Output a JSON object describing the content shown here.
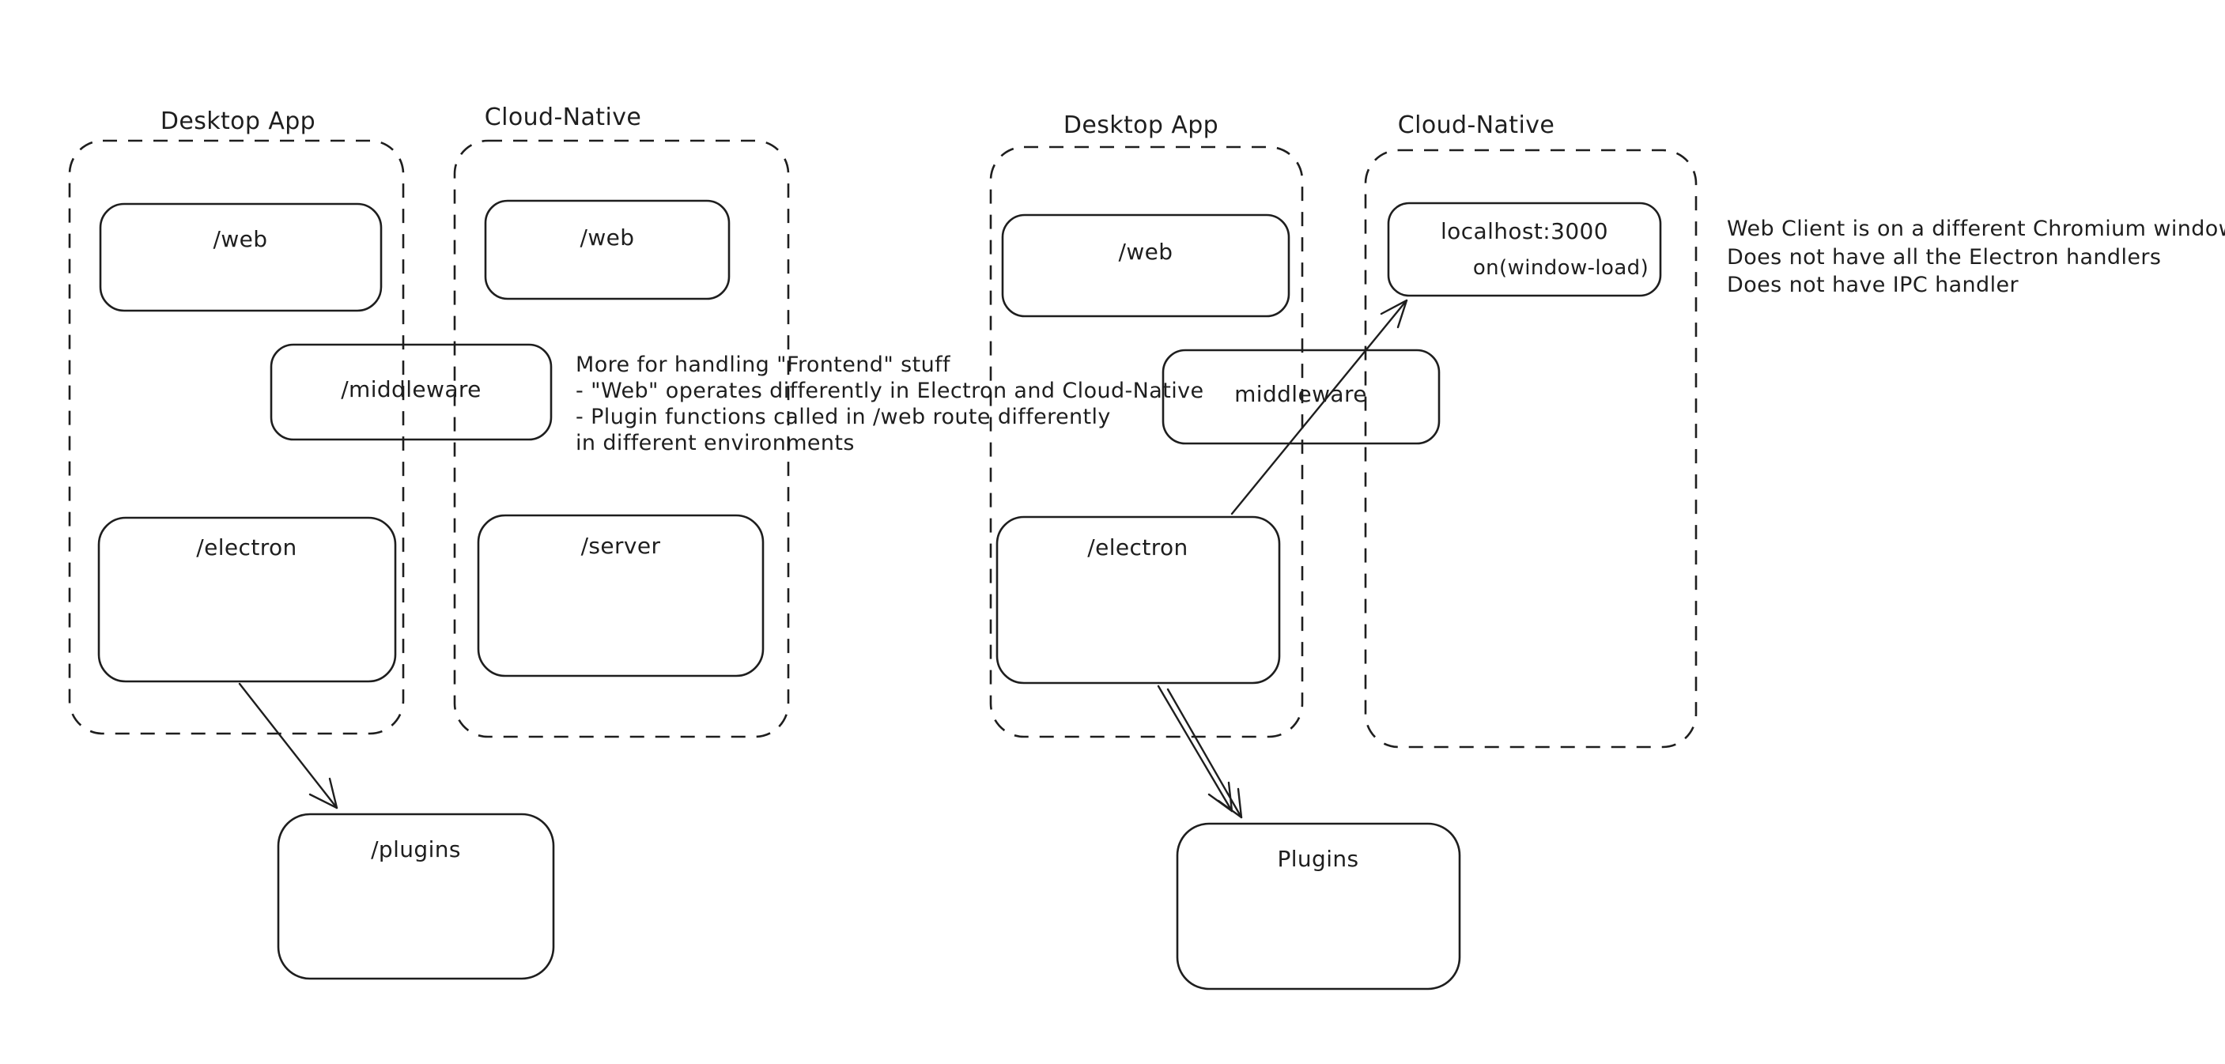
{
  "canvas": {
    "background": "#ffffff",
    "ink_color": "#1e1e1e",
    "red_color": "#cc4440",
    "green_color": "#469a54"
  },
  "left_diagram": {
    "desktop_app": {
      "title": "Desktop App",
      "web": "/web",
      "middleware": "/middleware",
      "electron": "/electron"
    },
    "cloud_native": {
      "title": "Cloud-Native",
      "web": "/web",
      "server": "/server"
    },
    "plugins": "/plugins",
    "green_note": {
      "line1": "More for handling \"Frontend\" stuff",
      "line2": "- \"Web\" operates differently in Electron and Cloud-Native",
      "line3": "- Plugin functions called in /web route differently",
      "line4": "in different environments"
    }
  },
  "right_diagram": {
    "desktop_app": {
      "title": "Desktop App",
      "web": "/web",
      "middleware": "middleware",
      "electron": "/electron"
    },
    "cloud_native": {
      "title": "Cloud-Native",
      "localhost": "localhost:3000",
      "window_load": "on(window-load)"
    },
    "plugins": "Plugins",
    "red_note": {
      "line1": "Web Client is on a different Chromium window",
      "line2": "Does not have all the Electron handlers",
      "line3": "Does not have IPC handler"
    }
  }
}
